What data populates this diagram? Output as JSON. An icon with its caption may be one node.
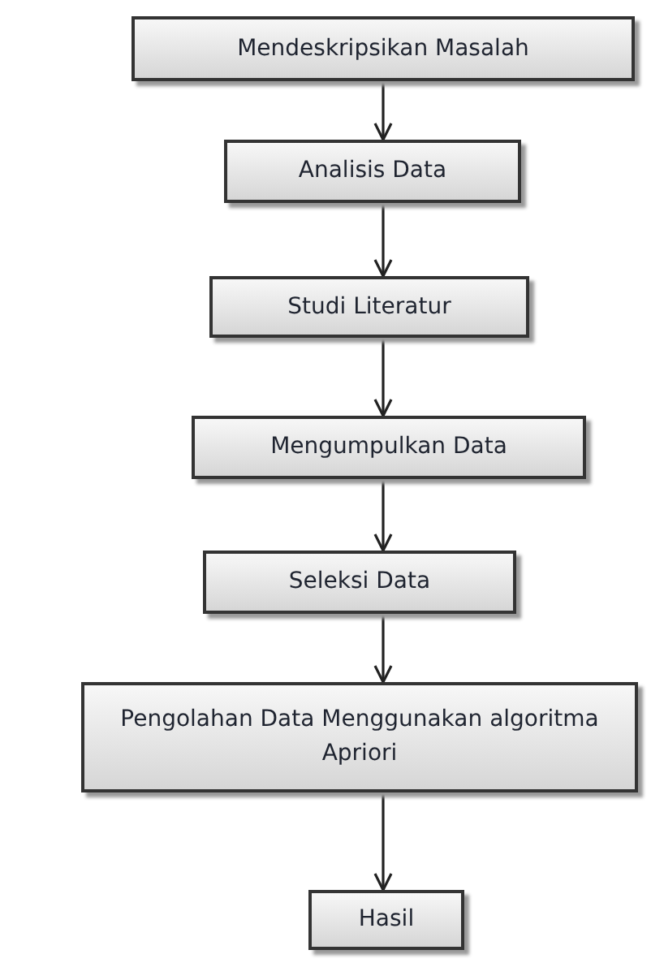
{
  "diagram": {
    "nodes": [
      {
        "text": [
          "Mendeskripsikan Masalah"
        ]
      },
      {
        "text": [
          "Analisis Data"
        ]
      },
      {
        "text": [
          "Studi Literatur"
        ]
      },
      {
        "text": [
          "Mengumpulkan Data"
        ]
      },
      {
        "text": [
          "Seleksi Data"
        ]
      },
      {
        "text": [
          "Pengolahan Data Menggunakan algoritma Apriori"
        ]
      },
      {
        "text": [
          "Hasil"
        ]
      }
    ],
    "edges": [
      {
        "from": 0,
        "to": 1,
        "arrow": "to"
      },
      {
        "from": 1,
        "to": 2,
        "arrow": "to"
      },
      {
        "from": 2,
        "to": 3,
        "arrow": "to"
      },
      {
        "from": 3,
        "to": 4,
        "arrow": "to"
      },
      {
        "from": 4,
        "to": 5,
        "arrow": "to"
      },
      {
        "from": 5,
        "to": 6,
        "arrow": "to"
      }
    ]
  }
}
